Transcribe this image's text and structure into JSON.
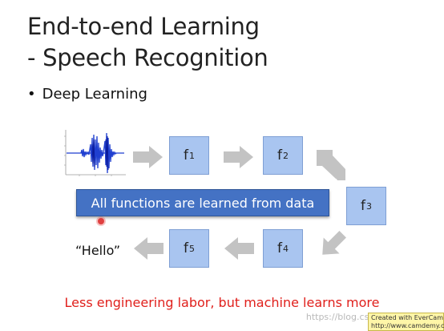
{
  "slide": {
    "title_line1": "End-to-end Learning",
    "title_line2": "- Speech Recognition",
    "bullet_symbol": "•",
    "bullet_text": "Deep Learning",
    "functions": [
      {
        "base": "f",
        "sub": "1"
      },
      {
        "base": "f",
        "sub": "2"
      },
      {
        "base": "f",
        "sub": "3"
      },
      {
        "base": "f",
        "sub": "4"
      },
      {
        "base": "f",
        "sub": "5"
      }
    ],
    "banner_text": "All functions are learned from data",
    "output_text": "“Hello”",
    "footer_text": "Less engineering labor, but machine learns more",
    "watermark_text": "https://blog.csdn.net/...",
    "evercam_line1": "Created with EverCam",
    "evercam_line2": "http://www.camdemy.com"
  },
  "colors": {
    "box_fill": "#a9c5f0",
    "banner_fill": "#4472c4",
    "arrow_fill": "#c3c3c3",
    "footer_text": "#e0201c",
    "waveform": "#1f3fd0"
  },
  "icons": [
    "waveform-icon",
    "arrow-right-icon",
    "arrow-down-right-icon",
    "arrow-down-left-icon",
    "arrow-left-icon",
    "pointer-dot-icon"
  ]
}
